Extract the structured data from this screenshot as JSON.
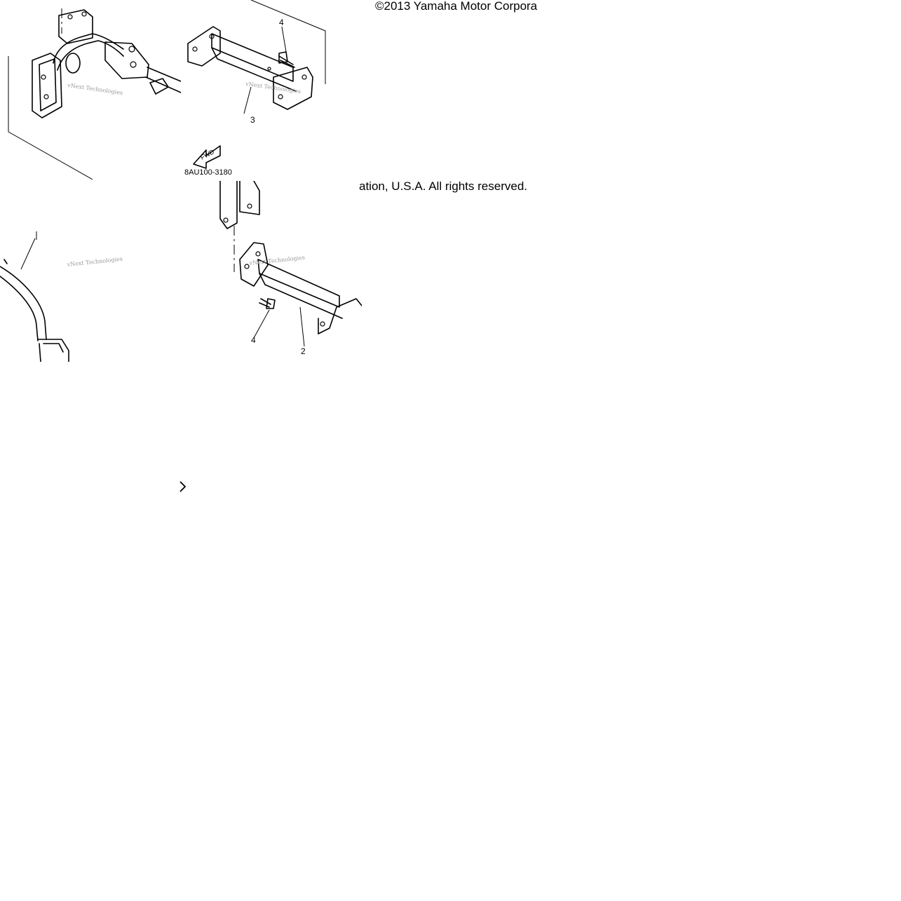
{
  "copyright": {
    "line_start": "©2013 Yamaha Motor Corpora",
    "line_end": "ation, U.S.A. All rights reserved."
  },
  "diagram": {
    "callouts": {
      "top_bolt": "4",
      "top_bracket": "3",
      "bottom_bolt": "4",
      "bottom_bracket": "2"
    },
    "forward_arrow": "FWD",
    "figure_code": "8AU100-3180",
    "watermark": "vNext Technologies"
  },
  "colors": {
    "ink": "#000000",
    "watermark": "#9a9a9a",
    "background": "#ffffff"
  }
}
